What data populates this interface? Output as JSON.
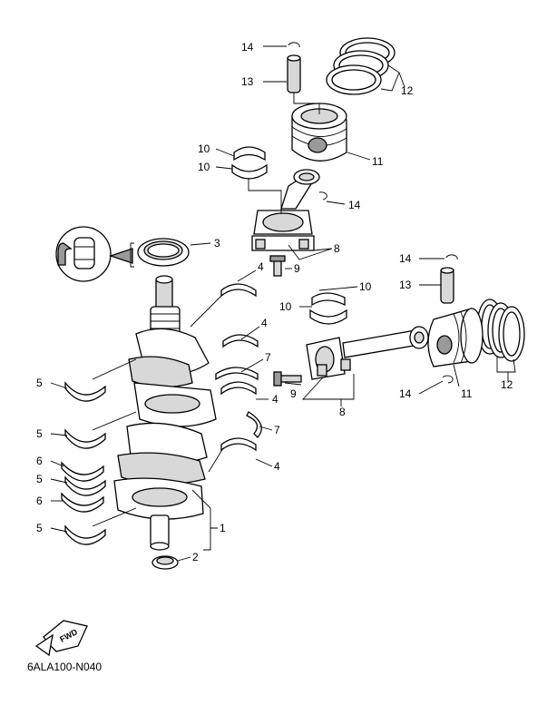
{
  "diagram_code": "6ALA100-N040",
  "fwd_label": "FWD",
  "callouts": [
    {
      "id": "c14a",
      "text": "14"
    },
    {
      "id": "c13a",
      "text": "13"
    },
    {
      "id": "c12a",
      "text": "12"
    },
    {
      "id": "c11a",
      "text": "11"
    },
    {
      "id": "c14b",
      "text": "14"
    },
    {
      "id": "c10a",
      "text": "10"
    },
    {
      "id": "c10b",
      "text": "10"
    },
    {
      "id": "c3",
      "text": "3"
    },
    {
      "id": "c8a",
      "text": "8"
    },
    {
      "id": "c9a",
      "text": "9"
    },
    {
      "id": "c4a",
      "text": "4"
    },
    {
      "id": "c14c",
      "text": "14"
    },
    {
      "id": "c13b",
      "text": "13"
    },
    {
      "id": "c10c",
      "text": "10"
    },
    {
      "id": "c10d",
      "text": "10"
    },
    {
      "id": "c4b",
      "text": "4"
    },
    {
      "id": "c5a",
      "text": "5"
    },
    {
      "id": "c7a",
      "text": "7"
    },
    {
      "id": "c9b",
      "text": "9"
    },
    {
      "id": "c4c",
      "text": "4"
    },
    {
      "id": "c14d",
      "text": "14"
    },
    {
      "id": "c11b",
      "text": "11"
    },
    {
      "id": "c12b",
      "text": "12"
    },
    {
      "id": "c8b",
      "text": "8"
    },
    {
      "id": "c7b",
      "text": "7"
    },
    {
      "id": "c5b",
      "text": "5"
    },
    {
      "id": "c6a",
      "text": "6"
    },
    {
      "id": "c5c",
      "text": "5"
    },
    {
      "id": "c4d",
      "text": "4"
    },
    {
      "id": "c6b",
      "text": "6"
    },
    {
      "id": "c5d",
      "text": "5"
    },
    {
      "id": "c1",
      "text": "1"
    },
    {
      "id": "c2",
      "text": "2"
    }
  ]
}
